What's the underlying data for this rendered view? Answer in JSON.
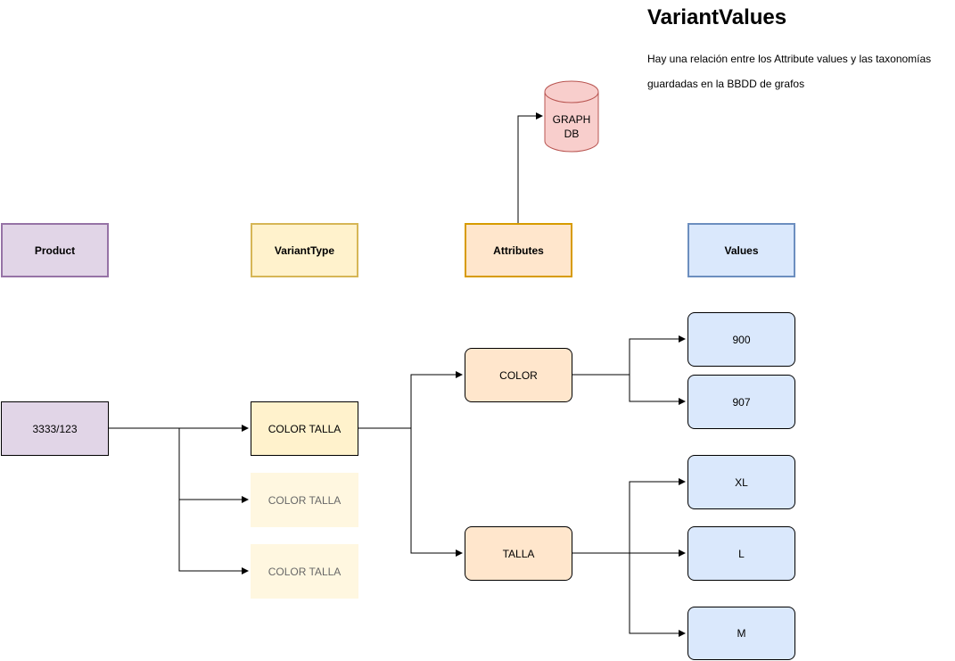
{
  "heading": {
    "title": "VariantValues",
    "description": "Hay una relación entre los Attribute values y las taxonomías guardadas en la BBDD de grafos"
  },
  "database": {
    "line1": "GRAPH",
    "line2": "DB"
  },
  "headers": {
    "product": "Product",
    "varianttype": "VariantType",
    "attributes": "Attributes",
    "values": "Values"
  },
  "product": "3333/123",
  "variant_types": [
    "COLOR TALLA",
    "COLOR TALLA",
    "COLOR TALLA"
  ],
  "attributes": [
    "COLOR",
    "TALLA"
  ],
  "values": [
    "900",
    "907",
    "XL",
    "L",
    "M"
  ],
  "colors": {
    "product_fill": "#e1d5e7",
    "product_stroke": "#9673a6",
    "varianttype_fill": "#fff2cc",
    "varianttype_stroke": "#d6b656",
    "attribute_fill": "#ffe6cc",
    "attribute_stroke": "#d79b00",
    "value_fill": "#dae8fc",
    "value_stroke": "#6c8ebf",
    "db_fill": "#f8cecc",
    "db_stroke": "#b85450"
  }
}
